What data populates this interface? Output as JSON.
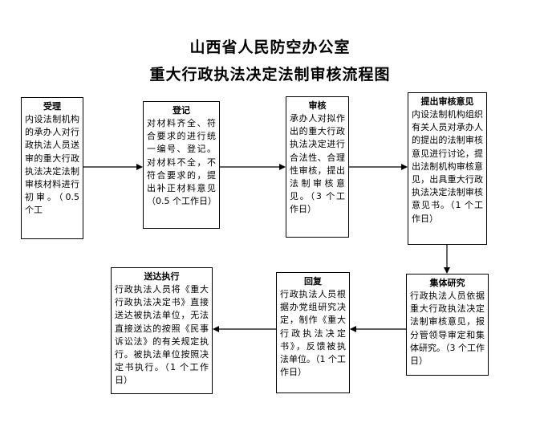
{
  "header": {
    "title_line1": "山西省人民防空办公室",
    "title_line2": "重大行政执法决定法制审核流程图"
  },
  "steps": {
    "accept": {
      "title": "受理",
      "body": "内设法制机构的承办人对行政执法人员送审的重大行政执法决定法制审核材料进行初审。（0.5 个工"
    },
    "register": {
      "title": "登记",
      "body": "对材料齐全、符合要求的进行统一编号、登记。对材料不全，不符合要求的，提出补正材料意见（0.5 个工作日）"
    },
    "review": {
      "title": "审核",
      "body": "承办人对拟作出的重大行政执法决定进行合法性、合理性审核，提出法制审核意见。（3 个工作日）"
    },
    "opinion": {
      "title": "提出审核意见",
      "body": "内设法制机构组织有关人员对承办人的提出的法制审核意见进行讨论，提出法制机构审核意见，出具重大行政执法决定法制审核意见书。（1 个工作日）"
    },
    "collective": {
      "title": "集体研究",
      "body": "行政执法人员依据重大行政执法决定法制审核意见，报分管领导审定和集体研究。（3 个工作日）"
    },
    "reply": {
      "title": "回复",
      "body": "行政执法人员根据办党组研究决定，制作《重大行政执法决定书》，反馈被执法单位。（1 个工作日）"
    },
    "execute": {
      "title": "送达执行",
      "body": "行政执法人员将《重大行政执法决定书》直接送达被执法单位，无法直接送达的按照《民事诉讼法》的有关规定执行。被执法单位按照决定书执行。（1 个工作日）"
    }
  }
}
